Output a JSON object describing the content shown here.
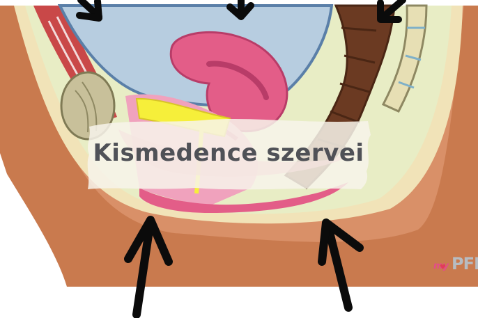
{
  "title": "Kismedence szervei",
  "logo": {
    "my": "my",
    "pfm": "PFM",
    "heart": "♥"
  },
  "colors": {
    "skin": "#c97a4e",
    "bladder": "#b7cde0",
    "uterus": "#e35d88",
    "rectum": "#6b3a22",
    "arrow": "#0b0b0b",
    "text": "#4f5157"
  },
  "icons": {
    "arrows_top": [
      "arrow-down-icon",
      "arrow-down-icon",
      "arrow-down-icon"
    ],
    "arrows_bottom": [
      "arrow-up-icon",
      "arrow-up-icon"
    ]
  }
}
